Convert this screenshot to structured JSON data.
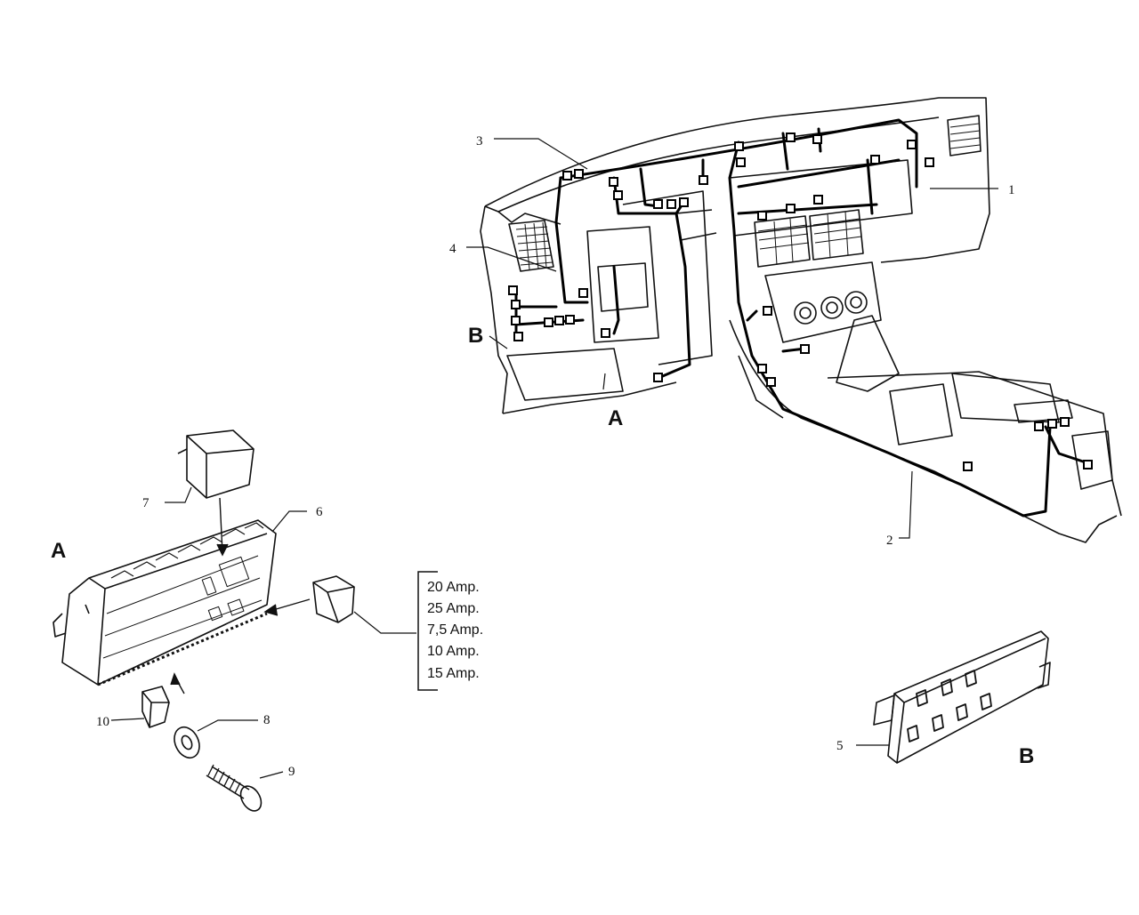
{
  "diagram": {
    "part_numbers": {
      "n1": "1",
      "n2": "2",
      "n3": "3",
      "n4": "4",
      "n5": "5",
      "n6": "6",
      "n7": "7",
      "n8": "8",
      "n9": "9",
      "n10": "10"
    },
    "view_labels": {
      "a_dash": "A",
      "b_dash": "B",
      "a_detail": "A",
      "b_detail": "B"
    },
    "fuse_ratings": [
      "20 Amp.",
      "25 Amp.",
      "7,5 Amp.",
      "10 Amp.",
      "15 Amp."
    ]
  }
}
